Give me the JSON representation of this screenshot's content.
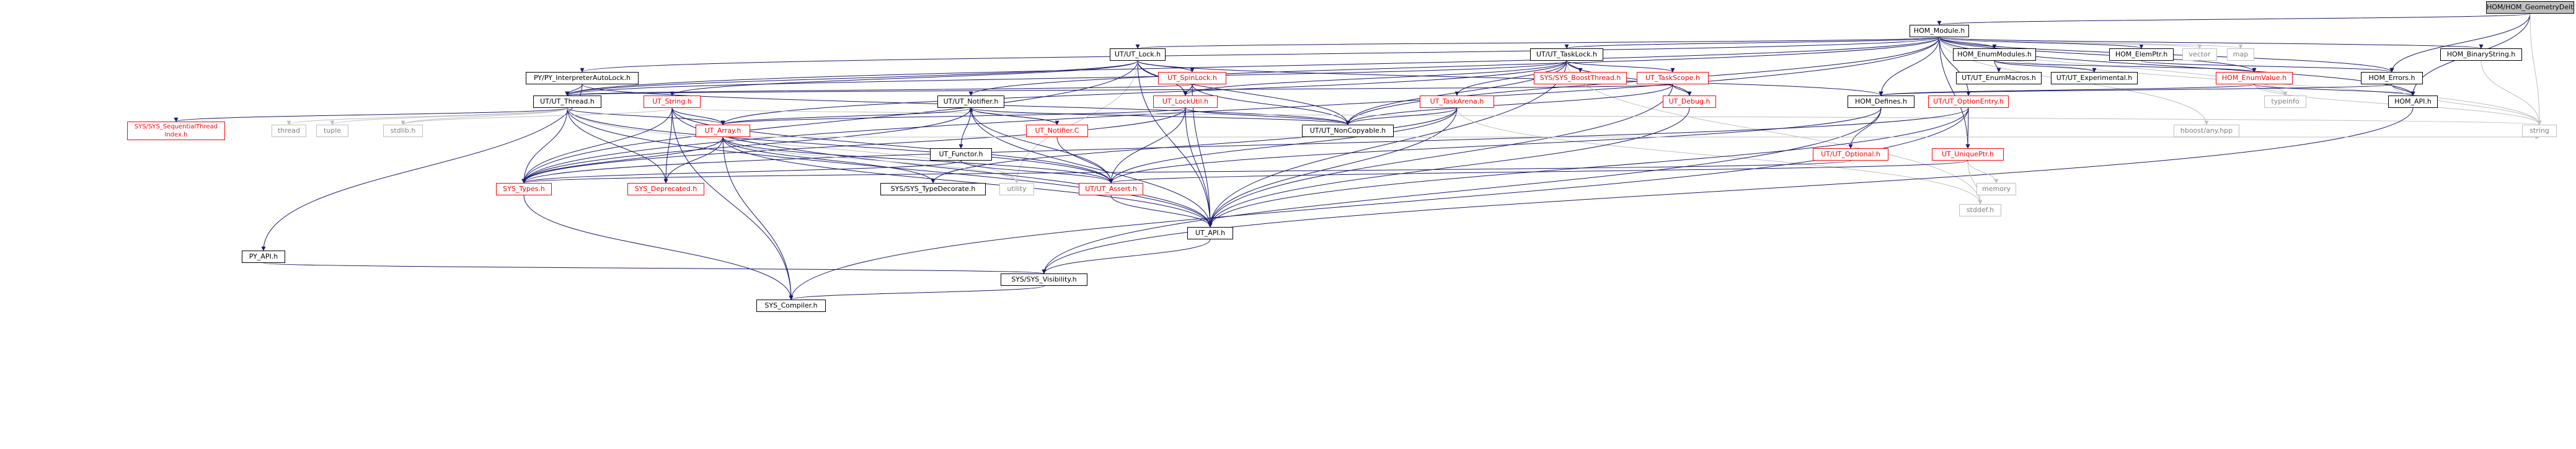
{
  "colors": {
    "edge": "#191970",
    "grey_edge": "#bfbfbf",
    "red_text": "#ff0000",
    "root_fill": "#bfbfbf"
  },
  "nodes": {
    "root": "HOM/HOM_GeometryDelta.h",
    "hom_module": "HOM_Module.h",
    "ut_lock": "UT/UT_Lock.h",
    "ut_tasklock": "UT/UT_TaskLock.h",
    "hom_enummodules": "HOM_EnumModules.h",
    "hom_elemptr": "HOM_ElemPtr.h",
    "vector": "vector",
    "map": "map",
    "hom_binarystring": "HOM_BinaryString.h",
    "py_interpreter": "PY/PY_InterpreterAutoLock.h",
    "ut_spinlock": "UT_SpinLock.h",
    "sys_boostthread": "SYS/SYS_BoostThread.h",
    "ut_taskscope": "UT_TaskScope.h",
    "ut_enummacros": "UT/UT_EnumMacros.h",
    "ut_experimental": "UT/UT_Experimental.h",
    "hom_enumvalue": "HOM_EnumValue.h",
    "hom_errors": "HOM_Errors.h",
    "ut_thread": "UT/UT_Thread.h",
    "ut_string": "UT_String.h",
    "ut_notifier": "UT/UT_Notifier.h",
    "ut_lockutil": "UT_LockUtil.h",
    "ut_taskarena": "UT_TaskArena.h",
    "ut_debug": "UT_Debug.h",
    "hom_defines": "HOM_Defines.h",
    "ut_optionentry": "UT/UT_OptionEntry.h",
    "typeinfo": "typeinfo",
    "hom_api": "HOM_API.h",
    "string": "string",
    "sys_seqthread": "SYS/SYS_SequentialThread Index.h",
    "thread": "thread",
    "tuple": "tuple",
    "stdlib": "stdlib.h",
    "ut_array": "UT_Array.h",
    "ut_functor": "UT_Functor.h",
    "ut_notifier_c": "UT_Notifier.C",
    "ut_noncopyable": "UT/UT_NonCopyable.h",
    "ut_optional": "UT/UT_Optional.h",
    "ut_uniqueptr": "UT_UniquePtr.h",
    "boost_any": "hboost/any.hpp",
    "sys_types": "SYS_Types.h",
    "sys_deprecated": "SYS_Deprecated.h",
    "sys_typedecorate": "SYS/SYS_TypeDecorate.h",
    "utility": "utility",
    "ut_assert": "UT/UT_Assert.h",
    "memory": "memory",
    "stddef": "stddef.h",
    "py_api": "PY_API.h",
    "ut_api": "UT_API.h",
    "sys_visibility": "SYS/SYS_Visibility.h",
    "sys_compiler": "SYS_Compiler.h"
  }
}
